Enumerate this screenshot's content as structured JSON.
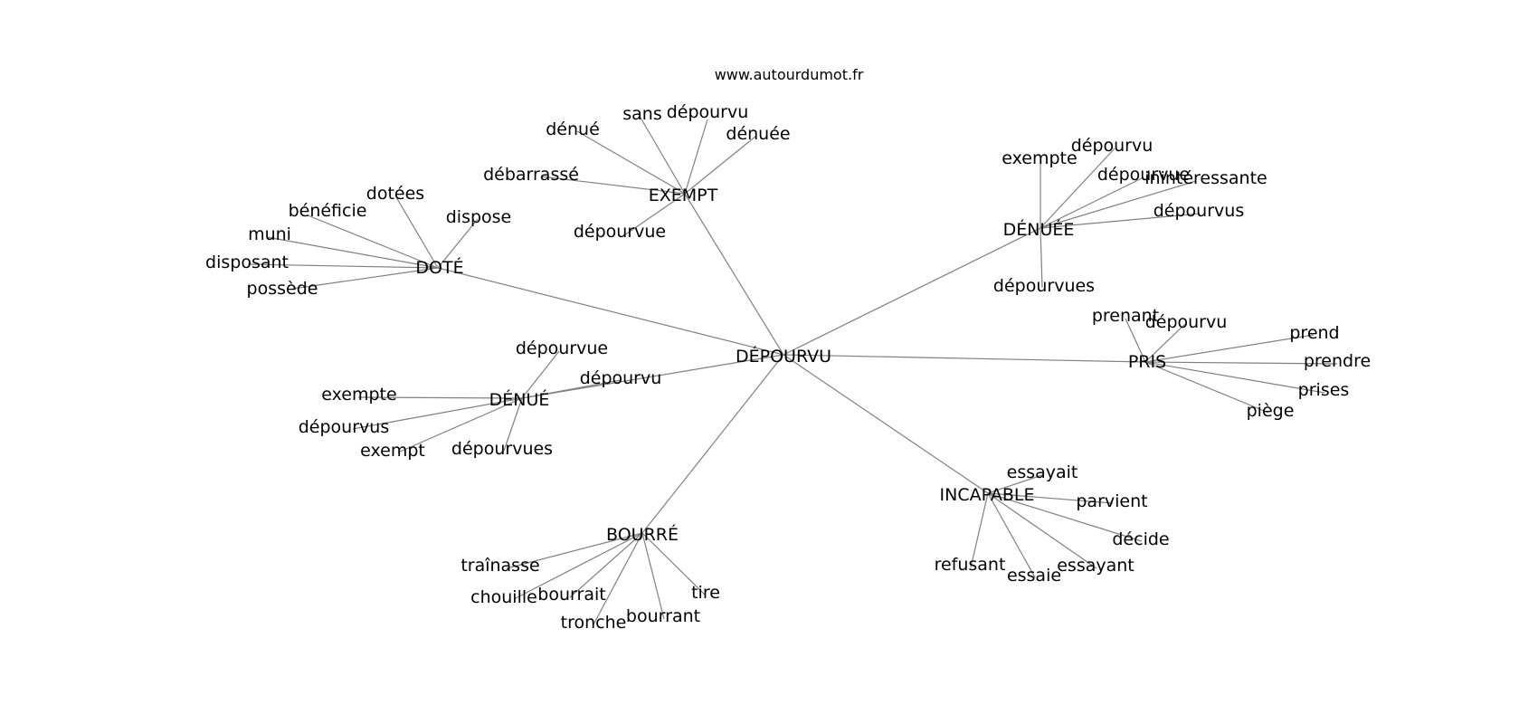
{
  "header": {
    "site": "www.autourdumot.fr"
  },
  "graph": {
    "center": "DÉPOURVU",
    "clusters": [
      {
        "hub": "EXEMPT",
        "leaves": [
          "dénué",
          "sans",
          "dépourvu",
          "dénuée",
          "débarrassé",
          "dépourvue"
        ]
      },
      {
        "hub": "DOTÉ",
        "leaves": [
          "dotées",
          "bénéficie",
          "dispose",
          "muni",
          "disposant",
          "possède"
        ]
      },
      {
        "hub": "DÉNUÉE",
        "leaves": [
          "exempte",
          "dépourvu",
          "dépourvue",
          "inintéressante",
          "dépourvus",
          "dépourvues"
        ]
      },
      {
        "hub": "DÉNUÉ",
        "leaves": [
          "dépourvue",
          "dépourvu",
          "exempte",
          "dépourvus",
          "exempt",
          "dépourvues"
        ]
      },
      {
        "hub": "PRIS",
        "leaves": [
          "prenant",
          "dépourvu",
          "prend",
          "prendre",
          "prises",
          "piège"
        ]
      },
      {
        "hub": "INCAPABLE",
        "leaves": [
          "essayait",
          "parvient",
          "décide",
          "refusant",
          "essaie",
          "essayant"
        ]
      },
      {
        "hub": "BOURRÉ",
        "leaves": [
          "traînasse",
          "chouille",
          "bourrait",
          "tire",
          "tronche",
          "bourrant"
        ]
      }
    ]
  }
}
